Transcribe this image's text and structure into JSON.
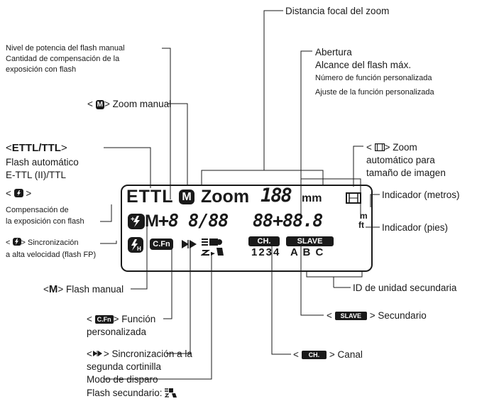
{
  "labels": {
    "focal_length": "Distancia focal del zoom",
    "manual_power_1": "Nivel de potencia del flash manual",
    "manual_power_2": "Cantidad de compensación de la",
    "manual_power_3": "exposición con flash",
    "aperture": "Abertura",
    "max_range": "Alcance del flash máx.",
    "cfn_number": "Número de función personalizada",
    "cfn_setting": "Ajuste de la función personalizada",
    "manual_zoom": "> Zoom manual",
    "ettl_ttl": "ETTL/TTL",
    "auto_flash": "Flash automático",
    "ettl_variants": "E-TTL (II)/TTL",
    "fec_title": ">",
    "fec_1": "Compensación de",
    "fec_2": "la exposición con flash",
    "hs_1": "> Sincronización",
    "hs_2": "a alta velocidad (flash FP)",
    "auto_zoom_1": "> Zoom",
    "auto_zoom_2": "automático para",
    "auto_zoom_3": "tamaño de imagen",
    "ind_m": "Indicador (metros)",
    "ind_ft": "Indicador (pies)",
    "manual_flash": "> Flash manual",
    "slave_id": "ID de unidad secundaria",
    "cfn_1": "> Función",
    "cfn_2": "personalizada",
    "slave": "> Secundario",
    "second_1": "> Sincronización a la",
    "second_2": "segunda cortinilla",
    "channel": "> Canal",
    "fire_mode": "Modo de disparo",
    "slave_flash": "Flash secundario:"
  },
  "lcd": {
    "ettl": "ETTL",
    "zoom": "Zoom",
    "zoom_digits": "188",
    "mm": "mm",
    "m": "M",
    "power": "+8 8/88",
    "range": "88+88.8",
    "unit_m": "m",
    "unit_ft": "ft",
    "cfn_badge": "C.Fn",
    "ch_badge": "CH.",
    "channels": "1234",
    "slave_badge": "SLAVE",
    "ids": "A B C"
  },
  "glyphs": {
    "lt": "<",
    "gt": ">",
    "m_letter": "M",
    "cfn": "C.Fn",
    "ch": "CH.",
    "slave": "SLAVE"
  }
}
